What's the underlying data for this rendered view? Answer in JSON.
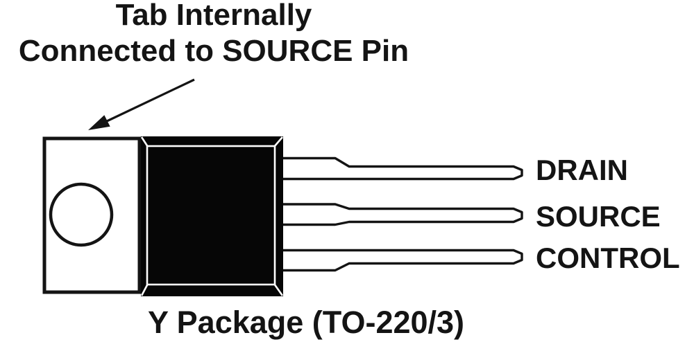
{
  "annotation": {
    "line1": "Tab Internally",
    "line2": "Connected to SOURCE Pin"
  },
  "pins": [
    {
      "label": "DRAIN"
    },
    {
      "label": "SOURCE"
    },
    {
      "label": "CONTROL"
    }
  ],
  "caption": "Y Package (TO-220/3)",
  "icons": {
    "leader_arrow": "arrow-down-left",
    "mounting_hole": "circle"
  },
  "colors": {
    "ink": "#141414",
    "paper": "#ffffff",
    "body-fill": "#060606"
  }
}
